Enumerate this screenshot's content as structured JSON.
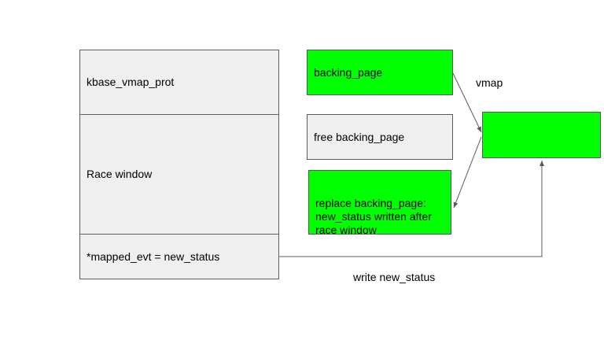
{
  "stack": [
    {
      "label": "kbase_vmap_prot"
    },
    {
      "label": "Race window"
    },
    {
      "label": "*mapped_evt = new_status"
    }
  ],
  "pages": {
    "backing_page": "backing_page",
    "free_backing_page": "free backing_page",
    "replace_backing_page": "replace backing_page:\nnew_status written after\nrace window"
  },
  "labels": {
    "vmap": "vmap",
    "write_new_status": "write new_status"
  },
  "colors": {
    "page_green": "#00ff00",
    "cell_grey": "#efefef",
    "border": "#595959",
    "arrow": "#595959"
  }
}
